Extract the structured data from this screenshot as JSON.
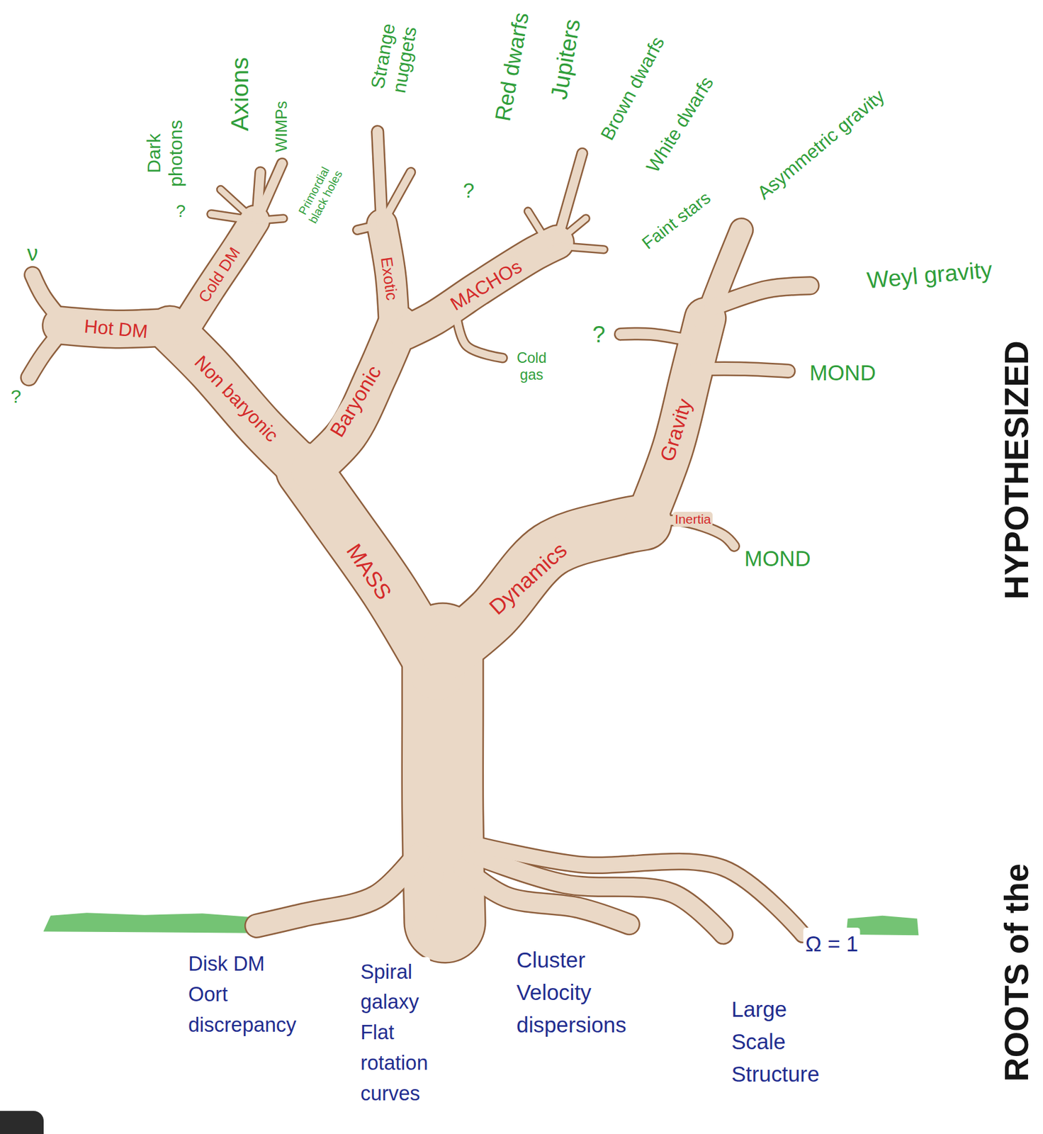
{
  "diagram": {
    "labels": [
      "ν",
      "?",
      "Dark photons",
      "?",
      "Axions",
      "WIMPs",
      "Primordial black holes",
      "Strange nuggets",
      "?",
      "Red dwarfs",
      "Jupiters",
      "Brown dwarfs",
      "White dwarfs",
      "Faint stars",
      "Asymmetric gravity",
      "Weyl gravity",
      "?",
      "MOND",
      "Cold gas",
      "MOND",
      "Hot DM",
      "Cold DM",
      "Non baryonic",
      "MASS",
      "Exotic",
      "Baryonic",
      "MACHOs",
      "Gravity",
      "Inertia",
      "Dynamics",
      "Disk DM Oort discrepancy",
      "Spiral galaxy Flat rotation curves",
      "Cluster Velocity dispersions",
      "Ω = 1",
      "Large Scale Structure",
      "HYPOTHESIZED",
      "ROOTS of the"
    ]
  }
}
